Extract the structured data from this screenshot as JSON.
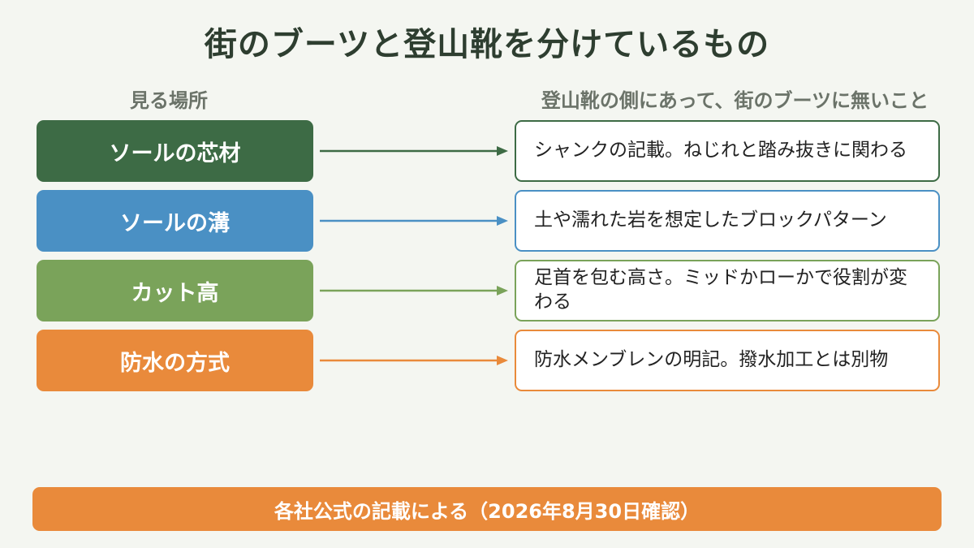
{
  "title": "街のブーツと登山靴を分けているもの",
  "headers": {
    "left": "見る場所",
    "right": "登山靴の側にあって、街のブーツに無いこと"
  },
  "rows": [
    {
      "label": "ソールの芯材",
      "description": "シャンクの記載。ねじれと踏み抜きに関わる",
      "color": "#3d6b45"
    },
    {
      "label": "ソールの溝",
      "description": "土や濡れた岩を想定したブロックパターン",
      "color": "#4a90c4"
    },
    {
      "label": "カット高",
      "description": "足首を包む高さ。ミッドかローかで役割が変わる",
      "color": "#7aa35a"
    },
    {
      "label": "防水の方式",
      "description": "防水メンブレンの明記。撥水加工とは別物",
      "color": "#e98a3b"
    }
  ],
  "footer": "各社公式の記載による（2026年8月30日確認）"
}
